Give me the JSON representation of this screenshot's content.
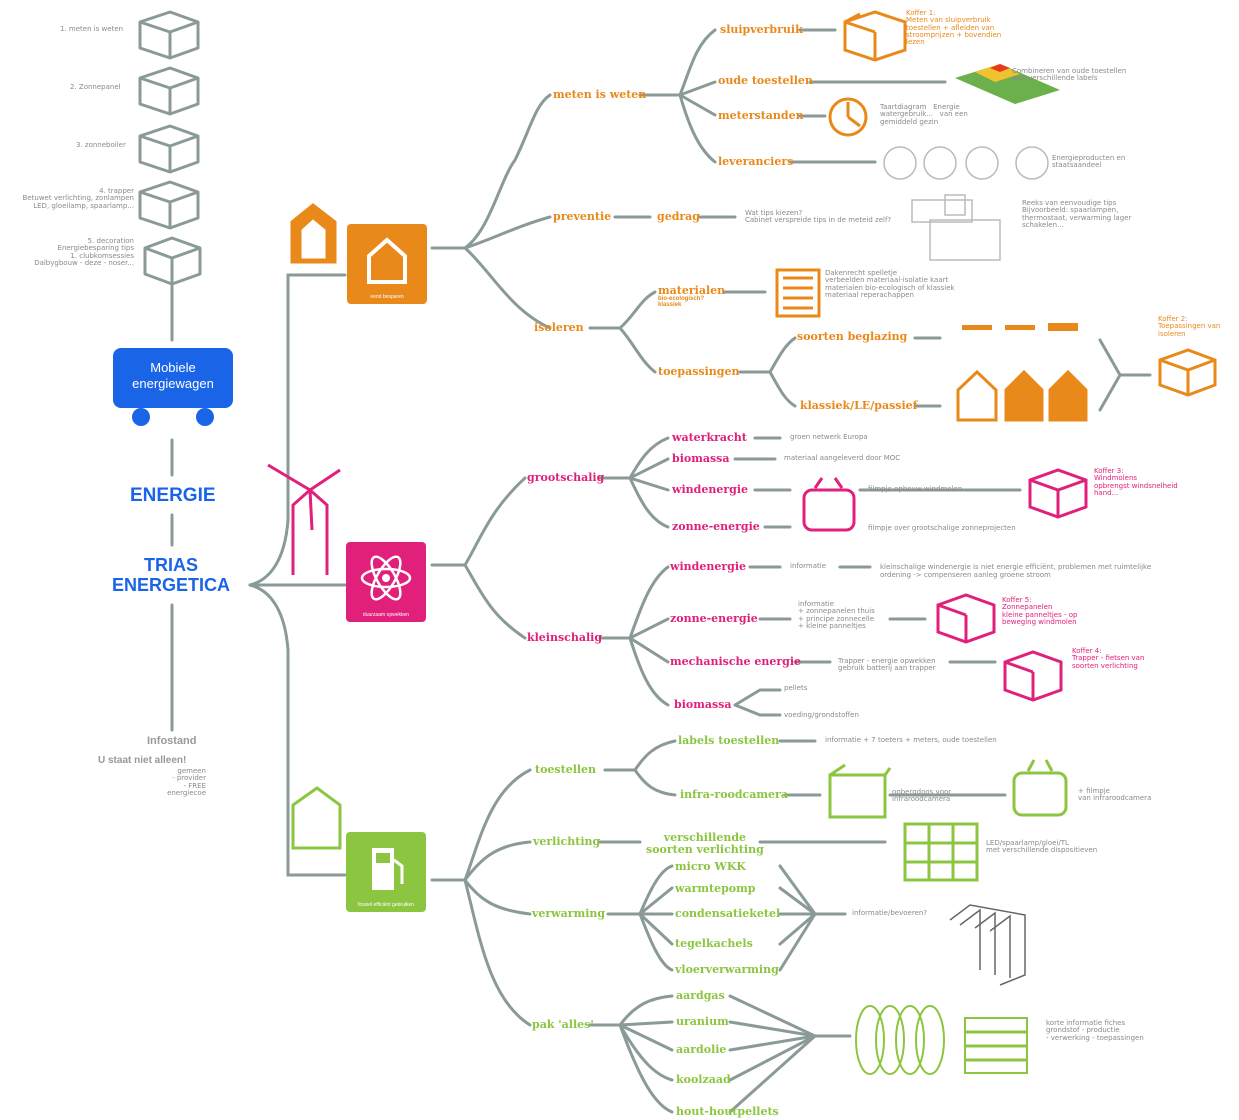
{
  "colors": {
    "orange": "#e8891a",
    "magenta": "#e0207a",
    "green": "#8cc540",
    "blue": "#1a64e8",
    "line": "#8a9a98"
  },
  "left_steps": [
    "1. meten is weten",
    "2. Zonnepanel",
    "3. zonneboiler",
    "4. trapper\nBetuwet verlichting, zonlampen\nLED, gloeilamp, spaarlamp...",
    "5. decoration\nEnergiebesparing tips\n1. clubkomsessies\nDalbygbouw - deze - noser..."
  ],
  "wagon": {
    "label": "Mobiele energiewagen"
  },
  "center": {
    "energie": "ENERGIE",
    "trias1": "TRIAS",
    "trias2": "ENERGETICA"
  },
  "infostand": {
    "title": "Infostand",
    "sub": "U staat niet alleen!",
    "lines": "gemeen\n- provider\n- FREE\nenergiecoe"
  },
  "hubs": {
    "orange": "eerst besparen",
    "magenta": "duurzaam opwekken",
    "green": "fossiel efficiënt gebruiken"
  },
  "orange": {
    "meten": "meten is weten",
    "preventie": "preventie",
    "isoleren": "isoleren",
    "sluipverbruik": "sluipverbruik",
    "oude_toestellen": "oude toestellen",
    "meterstanden": "meterstanden",
    "leveranciers": "leveranciers",
    "gedrag": "gedrag",
    "materialen": "materialen",
    "materialen_sub": "bio-ecologisch?\nklassiek",
    "toepassingen": "toepassingen",
    "soorten": "soorten beglazing",
    "klassiek": "klassiek/LE/passief",
    "koffer1": "Koffer 1:\nMeten van sluipverbruik\ntoestellen + afleiden van\nstroomprijzen + bovendien\nlezen",
    "oude_desc": "Combineren van oude toestellen\nmet verschillende labels",
    "meter_desc": "Taartdiagram   Energie\nwatergebruik...   van een\ngemiddeld gezin",
    "lev_desc": "Energieproducten en\nstaatsaandeel",
    "gedrag_q": "Wat tips kiezen?\nCabinet verspreide tips in de meteid zelf?",
    "gedrag_desc": "Reeks van eenvoudige tips\nBijvoorbeeld: spaarlampen,\nthermostaat, verwarming lager\nschakelen...",
    "mat_desc": "Dakenrecht spelletje\nverbeelden materiaal-isolatie kaart\nmaterialen bio-ecologisch of klassiek\nmateriaal reperachappen",
    "koffer2": "Koffer 2:\nToepassingen van\nisoleren"
  },
  "magenta": {
    "grootschalig": "grootschalig",
    "kleinschalig": "kleinschalig",
    "g_items": [
      "waterkracht",
      "biomassa",
      "windenergie",
      "zonne-energie"
    ],
    "g_desc": [
      "groen netwerk Europa",
      "materiaal aangeleverd door MOC",
      "filmpje opbouw windmolen",
      "filmpje over grootschalige zonneprojecten"
    ],
    "k_items": [
      "windenergie",
      "zonne-energie",
      "mechanische energie",
      "biomassa"
    ],
    "k_wind_desc": "informatie",
    "k_wind_long": "kleinschalige windenergie is niet energie efficiënt, problemen met ruimtelijke ordening  ->  compenseren aanleg groene stroom",
    "k_zon_desc": "informatie\n+ zonnepanelen thuis\n+ principe zonnecelle\n+ kleine panneltjes",
    "k_mech_desc": "Trapper - energie opwekken\ngebruik batterij aan trapper",
    "k_bio_1": "pellets",
    "k_bio_2": "voeding/grondstoffen",
    "koffer3": "Koffer 3:\nWindmolens\nopbrengst windsnelheid\nhand...",
    "koffer4": "Koffer 5:\nZonnepanelen\nkleine panneltjes - op\nbeweging windmolen",
    "koffer5": "Koffer 4:\nTrapper - fietsen van\nsoorten verlichting"
  },
  "green": {
    "toestellen": "toestellen",
    "verlichting": "verlichting",
    "verwarming": "verwarming",
    "pak": "pak 'alles'",
    "labels": "labels toestellen",
    "labels_desc": "informatie + 7 toeters + meters, oude toestellen",
    "infra": "infra-roodcamera",
    "infra_desc": "opbergdoos voor\ninfraroodcamera",
    "tv_desc": "+ filmpje\nvan infraroodcamera",
    "verl": "verschillende\nsoorten verlichting",
    "verl_desc": "LED/spaarlamp/gloei/TL\nmet verschillende dispositieven",
    "verw_items": [
      "micro WKK",
      "warmtepomp",
      "condensatieketel",
      "tegelkachels",
      "vloerverwarming"
    ],
    "verw_desc": "informatie/bevoeren?",
    "pak_items": [
      "aardgas",
      "uranium",
      "aardolie",
      "koolzaad",
      "hout-houtpellets"
    ],
    "pak_desc": "korte informatie fiches\ngrondstof - productie\n- verwerking - toepassingen"
  }
}
